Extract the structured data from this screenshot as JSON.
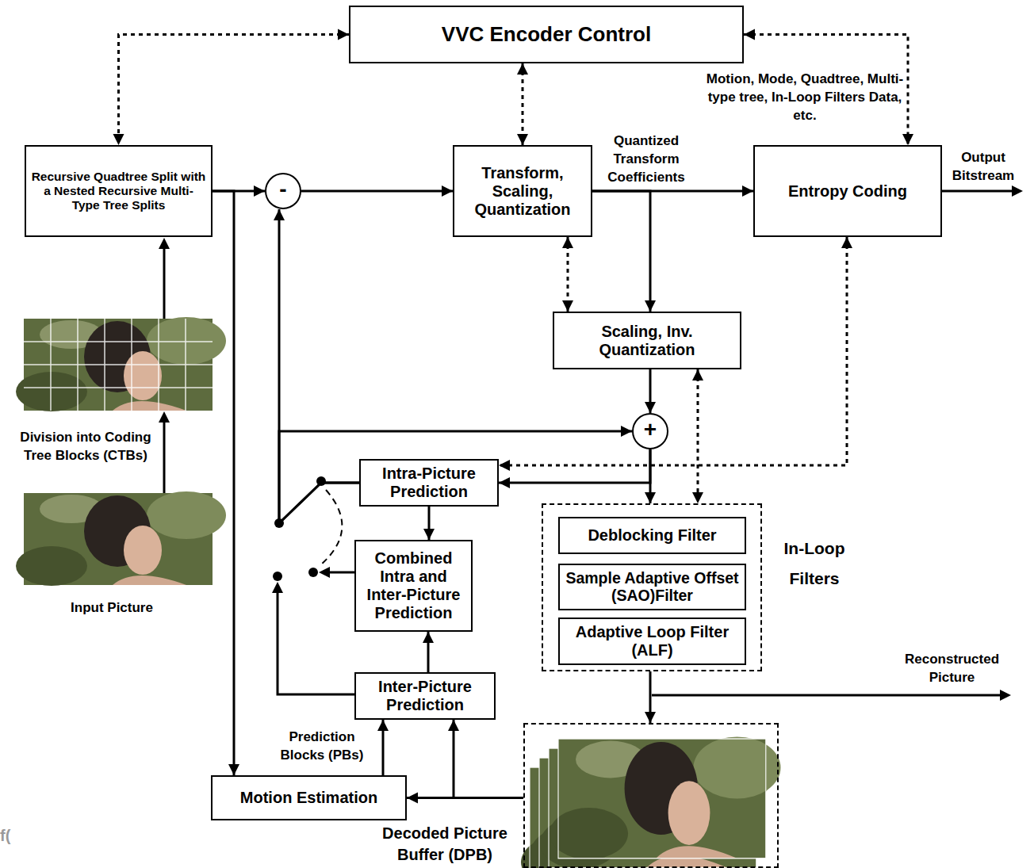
{
  "diagram": {
    "nodes": [
      {
        "text": [
          "VVC Encoder Control"
        ]
      },
      {
        "text": [
          "Recursive Quadtree Split with a Nested Recursive Multi-Type Tree Splits"
        ]
      },
      {
        "text": [
          "-"
        ]
      },
      {
        "text": [
          "Transform, Scaling, Quantization"
        ]
      },
      {
        "text": [
          "Entropy Coding"
        ]
      },
      {
        "text": [
          "Scaling, Inv. Quantization"
        ]
      },
      {
        "text": [
          "+"
        ]
      },
      {
        "text": [
          "Intra-Picture Prediction"
        ]
      },
      {
        "text": [
          "In-Loop Filters"
        ]
      },
      {
        "text": [
          "Deblocking Filter"
        ],
        "in": 8
      },
      {
        "text": [
          "Sample Adaptive Offset (SAO)Filter"
        ],
        "in": 8
      },
      {
        "text": [
          "Adaptive Loop Filter (ALF)"
        ],
        "in": 8
      },
      {
        "text": [
          "Combined Intra and Inter-Picture Prediction"
        ]
      },
      {
        "text": [
          "Inter-Picture Prediction"
        ]
      },
      {
        "text": [
          "Motion Estimation"
        ]
      },
      {
        "text": [
          "Decoded Picture Buffer (DPB)"
        ]
      }
    ],
    "edges": [
      {
        "from": 0,
        "to": 1,
        "arrow": "both"
      },
      {
        "from": 0,
        "to": 3,
        "arrow": "both"
      },
      {
        "from": 0,
        "to": 4,
        "arrow": "both"
      },
      {
        "from": 1,
        "to": 2,
        "arrow": "to"
      },
      {
        "from": 1,
        "to": 14,
        "arrow": "to"
      },
      {
        "from": 2,
        "to": 3,
        "arrow": "to"
      },
      {
        "from": 3,
        "to": 4,
        "arrow": "to",
        "label": "Quantized Transform Coefficients"
      },
      {
        "from": 3,
        "to": 5,
        "arrow": "to"
      },
      {
        "from": 3,
        "to": 5,
        "arrow": "both"
      },
      {
        "from": 5,
        "to": 6,
        "arrow": "to"
      },
      {
        "from": 6,
        "to": 8,
        "arrow": "to"
      },
      {
        "from": 6,
        "to": 7,
        "arrow": "to"
      },
      {
        "from": 5,
        "to": 8,
        "arrow": "both"
      },
      {
        "from": 4,
        "to": 7,
        "arrow": "both"
      },
      {
        "from": 7,
        "to": 12,
        "arrow": "to"
      },
      {
        "from": 13,
        "to": 12,
        "arrow": "to"
      },
      {
        "from": 14,
        "to": 13,
        "arrow": "to",
        "label": "Prediction Blocks (PBs)"
      },
      {
        "from": 15,
        "to": 13,
        "arrow": "to"
      },
      {
        "from": 15,
        "to": 14,
        "arrow": "to"
      },
      {
        "from": 8,
        "to": 15,
        "arrow": "to"
      },
      {
        "from": 7,
        "to": 2,
        "arrow": "to"
      },
      {
        "from": 7,
        "to": 6,
        "arrow": "to"
      }
    ],
    "labels": [
      "Motion, Mode, Quadtree, Multi-type tree, In-Loop Filters Data, etc.",
      "Output Bitstream",
      "Division into Coding Tree Blocks (CTBs)",
      "Input Picture",
      "Reconstructed Picture",
      "f("
    ]
  }
}
